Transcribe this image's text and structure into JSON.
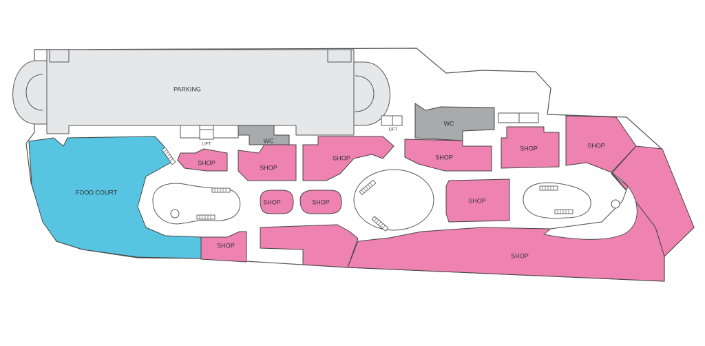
{
  "colors": {
    "shop": "#ee82b1",
    "food_court": "#57c5e2",
    "wc": "#a9aaac",
    "parking": "#e6e7e8",
    "corridor": "#ffffff",
    "outline": "#555555"
  },
  "labels": {
    "parking": "PARKING",
    "food_court": "FOOD COURT",
    "wc": "WC",
    "lift": "LIFT",
    "shop": "SHOP"
  },
  "icons": {
    "stairs": "escalator-icon",
    "pillar": "pillar-icon"
  }
}
